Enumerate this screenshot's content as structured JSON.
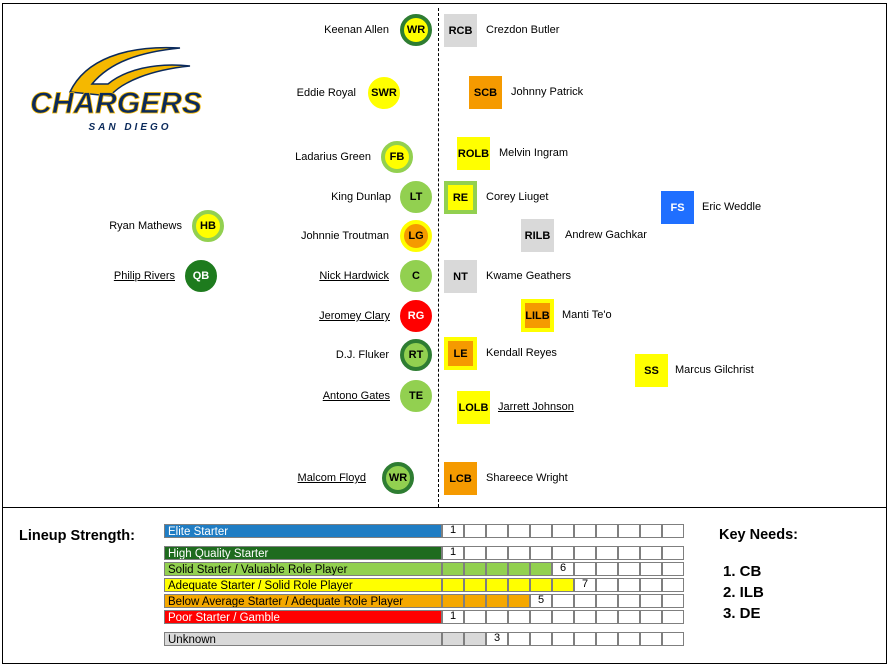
{
  "team": {
    "logo_text": "CHARGERS",
    "logo_sub": "SAN DIEGO"
  },
  "offense": [
    {
      "pos": "WR",
      "name": "Keenan Allen",
      "fill": "#ffff00",
      "ring": "#2e7d32",
      "underline": false
    },
    {
      "pos": "SWR",
      "name": "Eddie Royal",
      "fill": "#ffff00",
      "ring": "#ffff00",
      "underline": false
    },
    {
      "pos": "FB",
      "name": "Ladarius Green",
      "fill": "#ffff00",
      "ring": "#92d050",
      "underline": false
    },
    {
      "pos": "LT",
      "name": "King Dunlap",
      "fill": "#92d050",
      "ring": "#92d050",
      "underline": false
    },
    {
      "pos": "LG",
      "name": "Johnnie Troutman",
      "fill": "#f59a00",
      "ring": "#ffff00",
      "underline": false
    },
    {
      "pos": "C",
      "name": "Nick Hardwick",
      "fill": "#92d050",
      "ring": "#92d050",
      "underline": true
    },
    {
      "pos": "RG",
      "name": "Jeromey Clary",
      "fill": "#ff0000",
      "ring": "#ff0000",
      "underline": true
    },
    {
      "pos": "RT",
      "name": "D.J. Fluker",
      "fill": "#92d050",
      "ring": "#2e7d32",
      "underline": false
    },
    {
      "pos": "TE",
      "name": "Antono Gates",
      "fill": "#92d050",
      "ring": "#92d050",
      "underline": true
    },
    {
      "pos": "WR",
      "name": "Malcom Floyd",
      "fill": "#92d050",
      "ring": "#2e7d32",
      "underline": true
    },
    {
      "pos": "HB",
      "name": "Ryan Mathews",
      "fill": "#ffff00",
      "ring": "#92d050",
      "underline": false
    },
    {
      "pos": "QB",
      "name": "Philip Rivers",
      "fill": "#1e7b1e",
      "ring": "#1e7b1e",
      "underline": true
    }
  ],
  "defense": [
    {
      "pos": "RCB",
      "name": "Crezdon Butler",
      "fill": "#d9d9d9",
      "ring": "#d9d9d9",
      "underline": false
    },
    {
      "pos": "SCB",
      "name": "Johnny Patrick",
      "fill": "#f59a00",
      "ring": "#f59a00",
      "underline": false
    },
    {
      "pos": "ROLB",
      "name": "Melvin Ingram",
      "fill": "#ffff00",
      "ring": "#ffff00",
      "underline": false
    },
    {
      "pos": "RE",
      "name": "Corey Liuget",
      "fill": "#ffff00",
      "ring": "#92d050",
      "underline": false
    },
    {
      "pos": "RILB",
      "name": "Andrew Gachkar",
      "fill": "#d9d9d9",
      "ring": "#d9d9d9",
      "underline": false
    },
    {
      "pos": "NT",
      "name": "Kwame Geathers",
      "fill": "#d9d9d9",
      "ring": "#d9d9d9",
      "underline": false
    },
    {
      "pos": "LILB",
      "name": "Manti Te'o",
      "fill": "#f59a00",
      "ring": "#ffff00",
      "underline": false
    },
    {
      "pos": "LE",
      "name": "Kendall Reyes",
      "fill": "#f59a00",
      "ring": "#ffff00",
      "underline": false
    },
    {
      "pos": "LOLB",
      "name": "Jarrett Johnson",
      "fill": "#ffff00",
      "ring": "#ffff00",
      "underline": true
    },
    {
      "pos": "LCB",
      "name": "Shareece Wright",
      "fill": "#f59a00",
      "ring": "#f59a00",
      "underline": false
    },
    {
      "pos": "FS",
      "name": "Eric Weddle",
      "fill": "#1f6fff",
      "ring": "#1f6fff",
      "underline": false
    },
    {
      "pos": "SS",
      "name": "Marcus Gilchrist",
      "fill": "#ffff00",
      "ring": "#ffff00",
      "underline": false
    }
  ],
  "lineup": {
    "title": "Lineup Strength:",
    "tiers": [
      {
        "label": "Elite Starter",
        "count": "1",
        "color": "#1f7dc4",
        "text": "#ffffff"
      },
      {
        "label": "High Quality Starter",
        "count": "1",
        "color": "#1e6b1e",
        "text": "#ffffff"
      },
      {
        "label": "Solid Starter / Valuable Role Player",
        "count": "6",
        "color": "#92d050",
        "text": "#000000"
      },
      {
        "label": "Adequate Starter / Solid Role Player",
        "count": "7",
        "color": "#ffff00",
        "text": "#000000"
      },
      {
        "label": "Below Average Starter / Adequate Role Player",
        "count": "5",
        "color": "#f5a800",
        "text": "#000000"
      },
      {
        "label": "Poor Starter / Gamble",
        "count": "1",
        "color": "#ff0000",
        "text": "#ffffff"
      },
      {
        "label": "Unknown",
        "count": "3",
        "color": "#d9d9d9",
        "text": "#000000"
      }
    ]
  },
  "needs": {
    "title": "Key Needs:",
    "items": [
      "1. CB",
      "2. ILB",
      "3. DE"
    ]
  }
}
